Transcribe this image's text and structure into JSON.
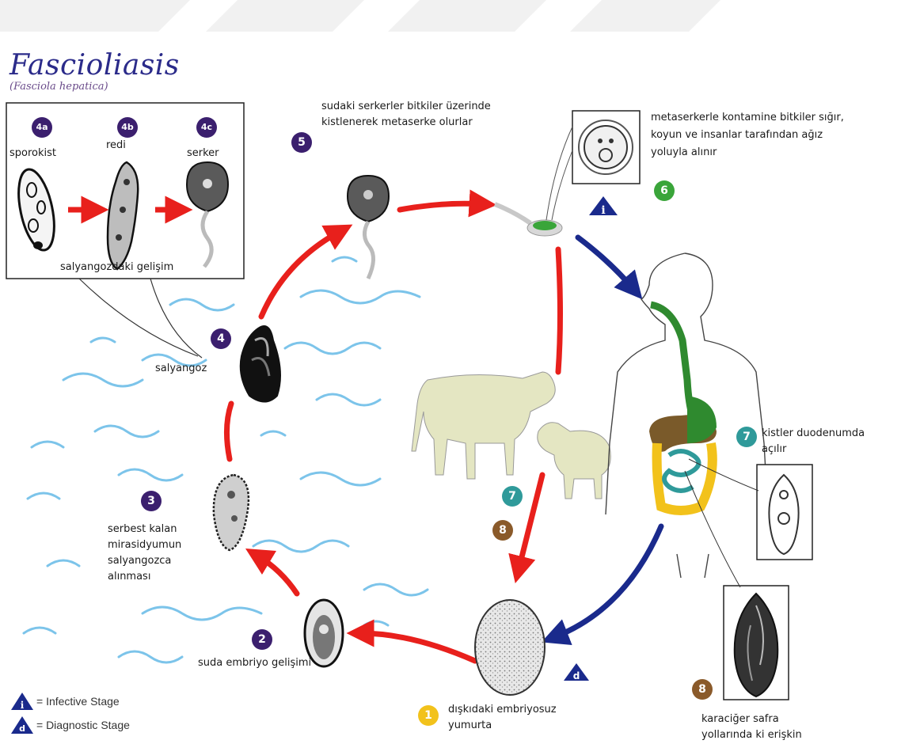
{
  "title": "Fascioliasis",
  "subtitle": "(Fasciola hepatica)",
  "colors": {
    "purple": "#3b1f6e",
    "green": "#3aa53a",
    "teal": "#2f9a9a",
    "brown": "#8a5a2a",
    "yellow": "#f2c21b",
    "red_arrow": "#e8201c",
    "blue_arrow": "#1a2a8c",
    "water": "#7cc4ea"
  },
  "inset": {
    "caption": "salyangozdaki gelişim",
    "stages": [
      {
        "badge": "4a",
        "label": "sporokist"
      },
      {
        "badge": "4b",
        "label": "redi"
      },
      {
        "badge": "4c",
        "label": "serker"
      }
    ]
  },
  "stages": {
    "s1": {
      "badge": "1",
      "line1": "dışkıdaki embriyosuz",
      "line2": "yumurta"
    },
    "s2": {
      "badge": "2",
      "line1": "suda embriyo gelişimi"
    },
    "s3": {
      "badge": "3",
      "line1": "serbest kalan",
      "line2": "mirasidyumun",
      "line3": "salyangozca",
      "line4": "alınması"
    },
    "s4": {
      "badge": "4",
      "line1": "salyangoz"
    },
    "s5": {
      "badge": "5",
      "line1": "sudaki serkerler bitkiler üzerinde",
      "line2": "kistlenerek metaserke olurlar"
    },
    "s6": {
      "badge": "6",
      "line1": "metaserkerle kontamine bitkiler sığır,",
      "line2": "koyun ve insanlar tarafından ağız",
      "line3": "yoluyla alınır"
    },
    "s7": {
      "badge": "7",
      "line1": "kistler duodenumda",
      "line2": "açılır"
    },
    "s7b": {
      "badge": "7"
    },
    "s8": {
      "badge": "8",
      "line1": "karaciğer safra",
      "line2": "yollarında ki erişkin"
    },
    "s8b": {
      "badge": "8"
    }
  },
  "markers": {
    "infective": "i",
    "diagnostic": "d"
  },
  "legend": {
    "infective": "= Infective Stage",
    "diagnostic": "= Diagnostic Stage"
  }
}
